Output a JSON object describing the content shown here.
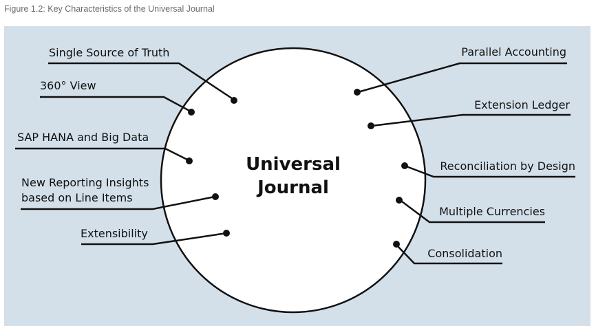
{
  "figure_caption": "Figure 1.2: Key Characteristics of the Universal Journal",
  "center": {
    "line1": "Universal",
    "line2": "Journal"
  },
  "left_labels": {
    "single_source": "Single Source of Truth",
    "view_360": "360° View",
    "hana_big_data": "SAP HANA and Big Data",
    "reporting_line1": "New Reporting Insights",
    "reporting_line2": "based on Line Items",
    "extensibility": "Extensibility"
  },
  "right_labels": {
    "parallel_accounting": "Parallel Accounting",
    "extension_ledger": "Extension Ledger",
    "reconciliation": "Reconciliation by Design",
    "multiple_currencies": "Multiple Currencies",
    "consolidation": "Consolidation"
  },
  "colors": {
    "panel": "#d3e0ea",
    "circle": "#ffffff",
    "ink": "#111111"
  }
}
